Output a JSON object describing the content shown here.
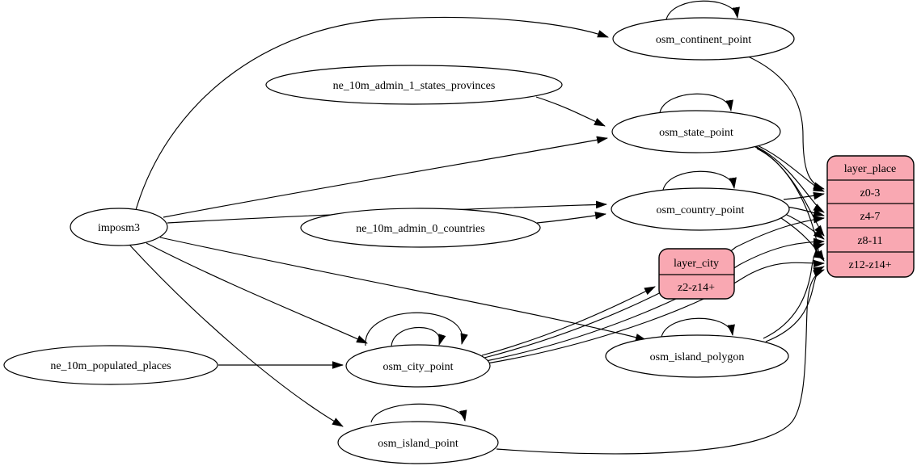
{
  "diagram": {
    "background": "#ffffff",
    "colors": {
      "record_fill": "#f9a8b2",
      "ellipse_fill": "#ffffff",
      "stroke": "#000000"
    },
    "nodes": {
      "imposm3": {
        "label": "imposm3"
      },
      "ne_10m_admin_1_states_provinces": {
        "label": "ne_10m_admin_1_states_provinces"
      },
      "ne_10m_admin_0_countries": {
        "label": "ne_10m_admin_0_countries"
      },
      "ne_10m_populated_places": {
        "label": "ne_10m_populated_places"
      },
      "osm_continent_point": {
        "label": "osm_continent_point"
      },
      "osm_state_point": {
        "label": "osm_state_point"
      },
      "osm_country_point": {
        "label": "osm_country_point"
      },
      "osm_city_point": {
        "label": "osm_city_point"
      },
      "osm_island_polygon": {
        "label": "osm_island_polygon"
      },
      "osm_island_point": {
        "label": "osm_island_point"
      },
      "layer_place": {
        "title": "layer_place",
        "rows": [
          "z0-3",
          "z4-7",
          "z8-11",
          "z12-z14+"
        ]
      },
      "layer_city": {
        "title": "layer_city",
        "rows": [
          "z2-z14+"
        ]
      }
    },
    "edges": [
      {
        "from": "imposm3",
        "to": "osm_continent_point"
      },
      {
        "from": "imposm3",
        "to": "osm_state_point"
      },
      {
        "from": "imposm3",
        "to": "osm_country_point"
      },
      {
        "from": "imposm3",
        "to": "osm_city_point"
      },
      {
        "from": "imposm3",
        "to": "osm_island_polygon"
      },
      {
        "from": "imposm3",
        "to": "osm_island_point"
      },
      {
        "from": "ne_10m_admin_1_states_provinces",
        "to": "osm_state_point"
      },
      {
        "from": "ne_10m_admin_0_countries",
        "to": "osm_country_point"
      },
      {
        "from": "ne_10m_populated_places",
        "to": "osm_city_point"
      },
      {
        "from": "osm_continent_point",
        "to": "osm_continent_point"
      },
      {
        "from": "osm_state_point",
        "to": "osm_state_point"
      },
      {
        "from": "osm_country_point",
        "to": "osm_country_point"
      },
      {
        "from": "osm_city_point",
        "to": "osm_city_point"
      },
      {
        "from": "osm_city_point",
        "to": "osm_city_point"
      },
      {
        "from": "osm_island_polygon",
        "to": "osm_island_polygon"
      },
      {
        "from": "osm_island_point",
        "to": "osm_island_point"
      },
      {
        "from": "osm_continent_point",
        "to": "layer_place:z0-3"
      },
      {
        "from": "osm_state_point",
        "to": "layer_place:z0-3"
      },
      {
        "from": "osm_state_point",
        "to": "layer_place:z4-7"
      },
      {
        "from": "osm_state_point",
        "to": "layer_place:z8-11"
      },
      {
        "from": "osm_state_point",
        "to": "layer_place:z12-z14+"
      },
      {
        "from": "osm_country_point",
        "to": "layer_place:z0-3"
      },
      {
        "from": "osm_country_point",
        "to": "layer_place:z4-7"
      },
      {
        "from": "osm_country_point",
        "to": "layer_place:z8-11"
      },
      {
        "from": "osm_country_point",
        "to": "layer_place:z12-z14+"
      },
      {
        "from": "osm_city_point",
        "to": "layer_city:z2-z14+"
      },
      {
        "from": "osm_city_point",
        "to": "layer_place:z4-7"
      },
      {
        "from": "osm_city_point",
        "to": "layer_place:z8-11"
      },
      {
        "from": "osm_city_point",
        "to": "layer_place:z12-z14+"
      },
      {
        "from": "osm_island_polygon",
        "to": "layer_place:z8-11"
      },
      {
        "from": "osm_island_polygon",
        "to": "layer_place:z12-z14+"
      },
      {
        "from": "osm_island_point",
        "to": "layer_place:z12-z14+"
      }
    ]
  }
}
